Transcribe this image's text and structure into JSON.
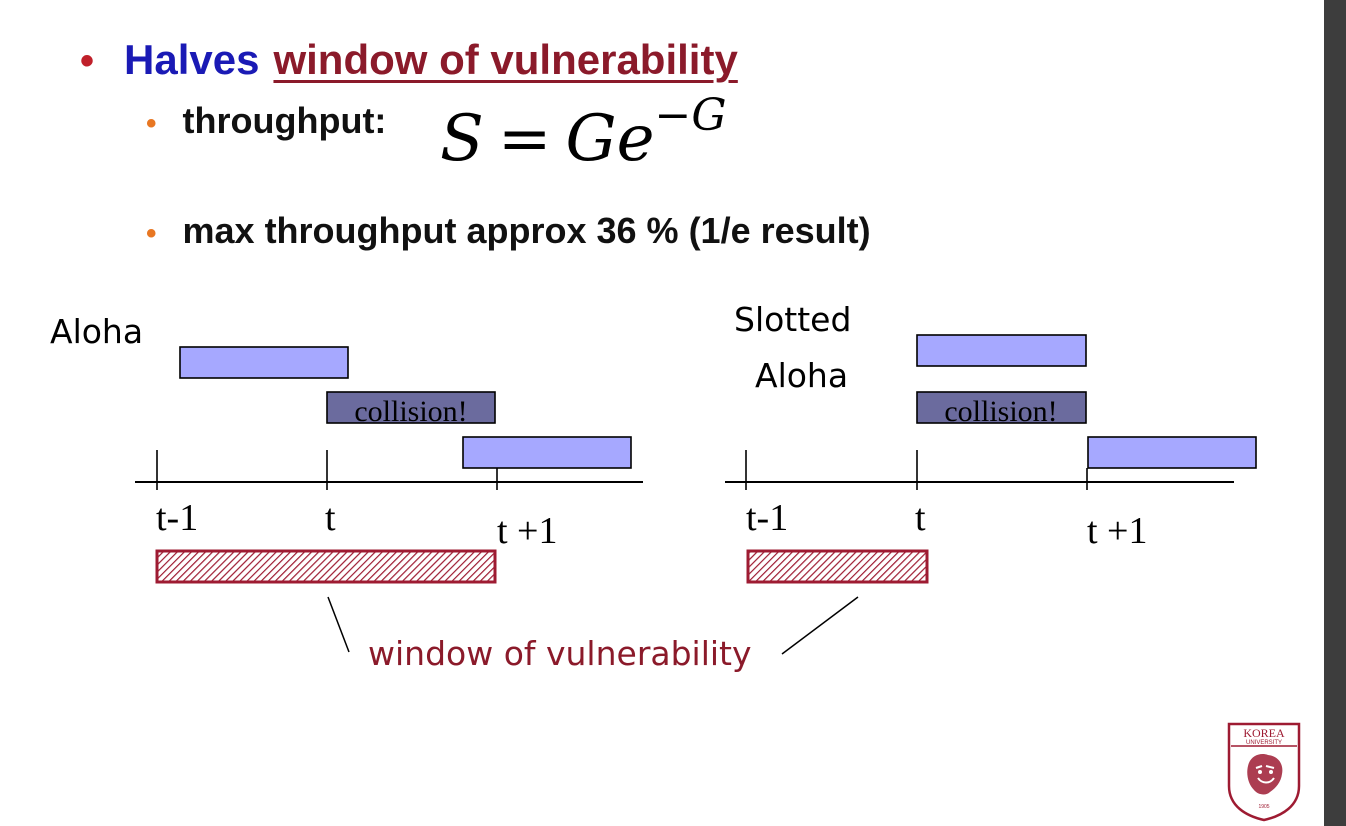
{
  "slide": {
    "bullet_halves": "Halves",
    "bullet_wov": "window of vulnerability",
    "throughput_label": "throughput:",
    "formula": {
      "lhs": "S",
      "eq": "=",
      "rhs": "Ge",
      "exp": "−G"
    },
    "max_throughput": "max throughput approx 36 % (1/e result)"
  },
  "diagram": {
    "aloha_label": "Aloha",
    "slotted_line1": "Slotted",
    "slotted_line2": "Aloha",
    "collision": "collision!",
    "ticks": [
      "t-1",
      "t",
      "t +1"
    ],
    "window_label": "window of vulnerability"
  },
  "logo": {
    "top": "KOREA",
    "bottom": "UNIVERSITY",
    "year": "1905"
  },
  "colors": {
    "frame_blue": "#a6a8ff",
    "collision_fill": "#6b6b9e",
    "window_red": "#9e1b32",
    "title_blue": "#1a1ab5"
  }
}
